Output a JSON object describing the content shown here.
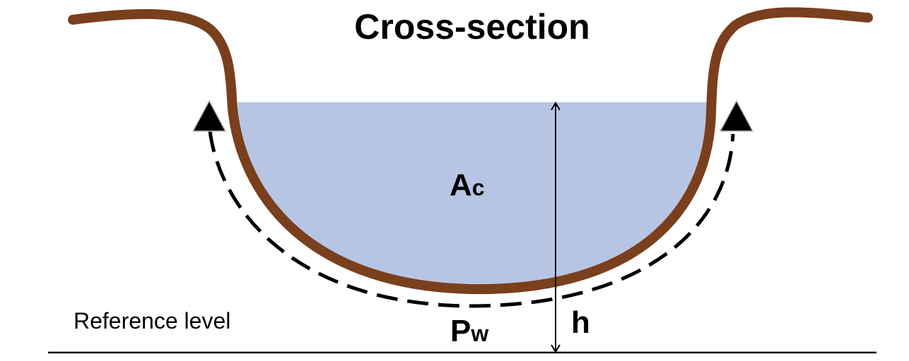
{
  "title": "Cross-section",
  "labels": {
    "area_main": "A",
    "area_sub": "c",
    "perimeter_main": "P",
    "perimeter_sub": "w",
    "height": "h",
    "reference": "Reference level"
  },
  "colors": {
    "bank": "#7a3f1c",
    "water": "#b7c5e4",
    "line": "#000000"
  }
}
